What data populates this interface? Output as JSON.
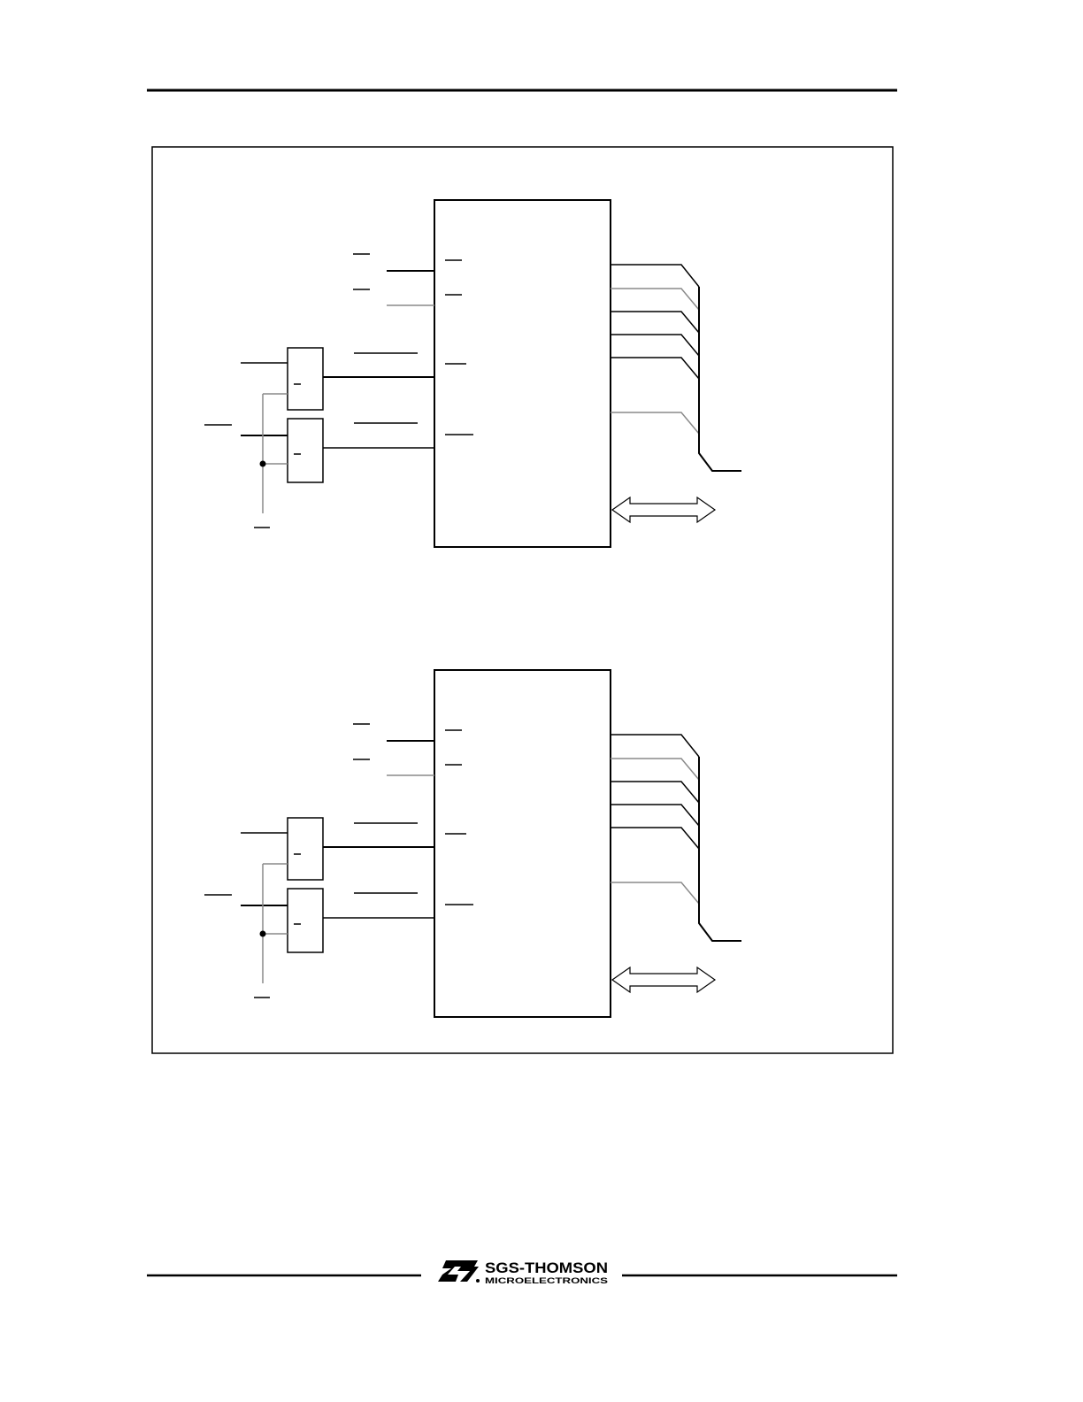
{
  "footer": {
    "logo": {
      "brand": "SGS-THOMSON",
      "subtitle": "MICROELECTRONICS",
      "icon": "st-logo-icon"
    }
  },
  "figures": [
    {
      "name": "upper-schematic"
    },
    {
      "name": "lower-schematic"
    }
  ],
  "colors": {
    "ink": "#000000",
    "gray_wire": "#8a8a8a",
    "background": "#ffffff"
  }
}
